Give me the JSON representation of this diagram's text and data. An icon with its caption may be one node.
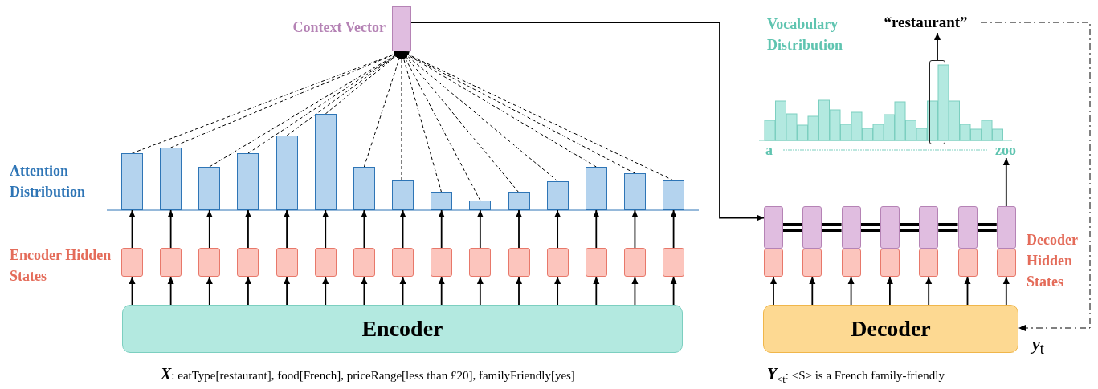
{
  "diagram": {
    "nodes": [
      {
        "text": [
          "Encoder"
        ]
      },
      {
        "text": [],
        "shape": "box"
      },
      {
        "text": [],
        "shape": "box"
      },
      {
        "text": [],
        "shape": "box"
      },
      {
        "text": [],
        "shape": "box"
      },
      {
        "text": [],
        "shape": "box"
      },
      {
        "text": [],
        "shape": "box"
      },
      {
        "text": [],
        "shape": "box"
      },
      {
        "text": [],
        "shape": "box"
      },
      {
        "text": [],
        "shape": "box"
      },
      {
        "text": [],
        "shape": "box"
      },
      {
        "text": [],
        "shape": "box"
      },
      {
        "text": [],
        "shape": "box"
      },
      {
        "text": [],
        "shape": "box"
      },
      {
        "text": [],
        "shape": "box"
      },
      {
        "text": [],
        "shape": "box"
      },
      {
        "text": [],
        "shape": "bar"
      },
      {
        "text": [],
        "shape": "bar"
      },
      {
        "text": [],
        "shape": "bar"
      },
      {
        "text": [],
        "shape": "bar"
      },
      {
        "text": [],
        "shape": "bar"
      },
      {
        "text": [],
        "shape": "bar"
      },
      {
        "text": [],
        "shape": "bar"
      },
      {
        "text": [],
        "shape": "bar"
      },
      {
        "text": [],
        "shape": "bar"
      },
      {
        "text": [],
        "shape": "bar"
      },
      {
        "text": [],
        "shape": "bar"
      },
      {
        "text": [],
        "shape": "bar"
      },
      {
        "text": [],
        "shape": "bar"
      },
      {
        "text": [],
        "shape": "bar"
      },
      {
        "text": [],
        "shape": "bar"
      },
      {
        "text": [],
        "shape": "bar",
        "beside": [
          "Context Vector"
        ]
      },
      {
        "text": [
          "Decoder"
        ]
      },
      {
        "text": [],
        "shape": "box"
      },
      {
        "text": [],
        "shape": "box"
      },
      {
        "text": [],
        "shape": "box"
      },
      {
        "text": [],
        "shape": "box"
      },
      {
        "text": [],
        "shape": "box"
      },
      {
        "text": [],
        "shape": "box"
      },
      {
        "text": [],
        "shape": "box"
      },
      {
        "text": [],
        "shape": "box"
      },
      {
        "text": [],
        "shape": "box"
      },
      {
        "text": [],
        "shape": "box"
      },
      {
        "text": [],
        "shape": "box"
      },
      {
        "text": [],
        "shape": "box"
      },
      {
        "text": [],
        "shape": "box"
      },
      {
        "text": [],
        "shape": "box"
      },
      {
        "text": [
          "a",
          "zoo"
        ]
      },
      {
        "text": [],
        "shape": "box",
        "in": 47
      },
      {
        "text": [
          "“restaurant”"
        ]
      }
    ],
    "edges": [
      {
        "from": 0,
        "to": 1,
        "arrow": "to"
      },
      {
        "from": 0,
        "to": 2,
        "arrow": "to"
      },
      {
        "from": 0,
        "to": 3,
        "arrow": "to"
      },
      {
        "from": 0,
        "to": 4,
        "arrow": "to"
      },
      {
        "from": 0,
        "to": 5,
        "arrow": "to"
      },
      {
        "from": 0,
        "to": 6,
        "arrow": "to"
      },
      {
        "from": 0,
        "to": 7,
        "arrow": "to"
      },
      {
        "from": 0,
        "to": 8,
        "arrow": "to"
      },
      {
        "from": 0,
        "to": 9,
        "arrow": "to"
      },
      {
        "from": 0,
        "to": 10,
        "arrow": "to"
      },
      {
        "from": 0,
        "to": 11,
        "arrow": "to"
      },
      {
        "from": 0,
        "to": 12,
        "arrow": "to"
      },
      {
        "from": 0,
        "to": 13,
        "arrow": "to"
      },
      {
        "from": 0,
        "to": 14,
        "arrow": "to"
      },
      {
        "from": 0,
        "to": 15,
        "arrow": "to"
      },
      {
        "from": 1,
        "to": 16,
        "arrow": "to"
      },
      {
        "from": 2,
        "to": 17,
        "arrow": "to"
      },
      {
        "from": 3,
        "to": 18,
        "arrow": "to"
      },
      {
        "from": 4,
        "to": 19,
        "arrow": "to"
      },
      {
        "from": 5,
        "to": 20,
        "arrow": "to"
      },
      {
        "from": 6,
        "to": 21,
        "arrow": "to"
      },
      {
        "from": 7,
        "to": 22,
        "arrow": "to"
      },
      {
        "from": 8,
        "to": 23,
        "arrow": "to"
      },
      {
        "from": 9,
        "to": 24,
        "arrow": "to"
      },
      {
        "from": 10,
        "to": 25,
        "arrow": "to"
      },
      {
        "from": 11,
        "to": 26,
        "arrow": "to"
      },
      {
        "from": 12,
        "to": 27,
        "arrow": "to"
      },
      {
        "from": 13,
        "to": 28,
        "arrow": "to"
      },
      {
        "from": 14,
        "to": 29,
        "arrow": "to"
      },
      {
        "from": 15,
        "to": 30,
        "arrow": "to"
      },
      {
        "from": 16,
        "to": 31,
        "arrow": "to",
        "style": "dashed"
      },
      {
        "from": 17,
        "to": 31,
        "arrow": "to",
        "style": "dashed"
      },
      {
        "from": 18,
        "to": 31,
        "arrow": "to",
        "style": "dashed"
      },
      {
        "from": 19,
        "to": 31,
        "arrow": "to",
        "style": "dashed"
      },
      {
        "from": 20,
        "to": 31,
        "arrow": "to",
        "style": "dashed"
      },
      {
        "from": 21,
        "to": 31,
        "arrow": "to",
        "style": "dashed"
      },
      {
        "from": 22,
        "to": 31,
        "arrow": "to",
        "style": "dashed"
      },
      {
        "from": 23,
        "to": 31,
        "arrow": "to",
        "style": "dashed"
      },
      {
        "from": 24,
        "to": 31,
        "arrow": "to",
        "style": "dashed"
      },
      {
        "from": 25,
        "to": 31,
        "arrow": "to",
        "style": "dashed"
      },
      {
        "from": 26,
        "to": 31,
        "arrow": "to",
        "style": "dashed"
      },
      {
        "from": 27,
        "to": 31,
        "arrow": "to",
        "style": "dashed"
      },
      {
        "from": 28,
        "to": 31,
        "arrow": "to",
        "style": "dashed"
      },
      {
        "from": 29,
        "to": 31,
        "arrow": "to",
        "style": "dashed"
      },
      {
        "from": 30,
        "to": 31,
        "arrow": "to",
        "style": "dashed"
      },
      {
        "from": 31,
        "to": 40,
        "arrow": "to"
      },
      {
        "from": 32,
        "to": 33,
        "arrow": "to"
      },
      {
        "from": 32,
        "to": 34,
        "arrow": "to"
      },
      {
        "from": 32,
        "to": 35,
        "arrow": "to"
      },
      {
        "from": 32,
        "to": 36,
        "arrow": "to"
      },
      {
        "from": 32,
        "to": 37,
        "arrow": "to"
      },
      {
        "from": 32,
        "to": 38,
        "arrow": "to"
      },
      {
        "from": 32,
        "to": 39,
        "arrow": "to"
      },
      {
        "from": 40,
        "to": 41,
        "arrow": "none",
        "style": "thick"
      },
      {
        "from": 41,
        "to": 42,
        "arrow": "none",
        "style": "thick"
      },
      {
        "from": 42,
        "to": 43,
        "arrow": "none",
        "style": "thick"
      },
      {
        "from": 43,
        "to": 44,
        "arrow": "none",
        "style": "thick"
      },
      {
        "from": 44,
        "to": 45,
        "arrow": "none",
        "style": "thick"
      },
      {
        "from": 45,
        "to": 46,
        "arrow": "none",
        "style": "thick"
      },
      {
        "from": 46,
        "to": 47,
        "arrow": "to"
      },
      {
        "from": 48,
        "to": 49,
        "arrow": "to"
      },
      {
        "from": 49,
        "to": 32,
        "arrow": "to",
        "style": "dashed",
        "label": "**y**$_{t}$"
      }
    ],
    "labels": [
      "Vocabulary Distribution",
      "Attention Distribution",
      "Encoder Hidden States",
      "Decoder Hidden States",
      "**X**: eatType[restaurant], food[French], priceRange[less than £20], familyFriendly[yes]",
      "**Y**$_{<t}$: <S> is a French family-friendly"
    ]
  }
}
